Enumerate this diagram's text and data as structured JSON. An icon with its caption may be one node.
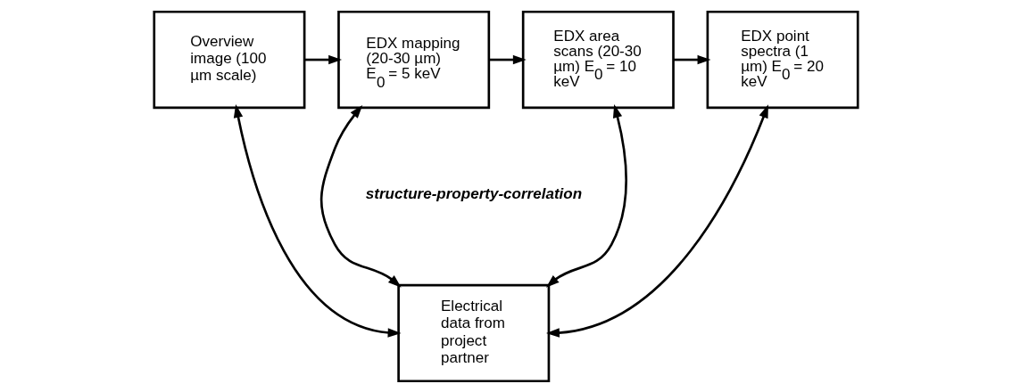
{
  "diagram": {
    "nodes": [
      {
        "text": [
          "Overview image (100 µm scale)"
        ]
      },
      {
        "text": [
          "EDX mapping (20-30 µm) E$_{0}$ = 5 keV"
        ]
      },
      {
        "text": [
          "EDX area scans (20-30 µm) E$_{0}$ = 10 keV"
        ]
      },
      {
        "text": [
          "EDX point spectra (1 µm) E$_{0}$ = 20 keV"
        ]
      },
      {
        "text": [
          "Electrical data from project partner"
        ]
      }
    ],
    "edges": [
      {
        "from": 0,
        "to": 1,
        "arrow": "to"
      },
      {
        "from": 1,
        "to": 2,
        "arrow": "to"
      },
      {
        "from": 2,
        "to": 3,
        "arrow": "to"
      },
      {
        "from": 0,
        "to": 4,
        "arrow": "both"
      },
      {
        "from": 1,
        "to": 4,
        "arrow": "both"
      },
      {
        "from": 2,
        "to": 4,
        "arrow": "both"
      },
      {
        "from": 3,
        "to": 4,
        "arrow": "both"
      }
    ],
    "labels": [
      "structure-property-correlation"
    ]
  }
}
